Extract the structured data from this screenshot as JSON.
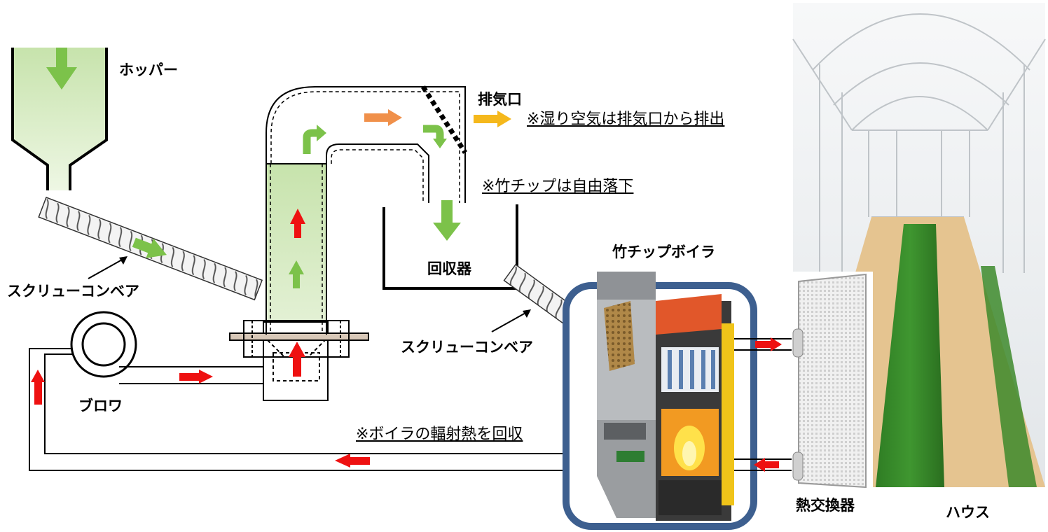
{
  "labels": {
    "hopper": "ホッパー",
    "exhaust_port": "排気口",
    "screw_conveyor_left": "スクリューコンベア",
    "screw_conveyor_right": "スクリューコンベア",
    "collector": "回収器",
    "chip_boiler": "竹チップボイラ",
    "blower": "ブロワ",
    "heat_exchanger": "熱交換器",
    "house": "ハウス"
  },
  "notes": {
    "humid_air_exhaust": "※湿り空気は排気口から排出",
    "chip_free_fall": "※竹チップは自由落下",
    "boiler_radiant_heat": "※ボイラの輻射熱を回収"
  },
  "colors": {
    "flow_air_hot": "#ee1111",
    "flow_chip": "#7cc24a",
    "flow_exhaust_orange": "#f0904a",
    "flow_exhaust_yellow": "#f5b81c",
    "duct_fill_green": "#d6ebc2",
    "boiler_frame": "#3d5f8f",
    "house_floor": "#e5c490",
    "house_crop": "#2e7a22"
  }
}
